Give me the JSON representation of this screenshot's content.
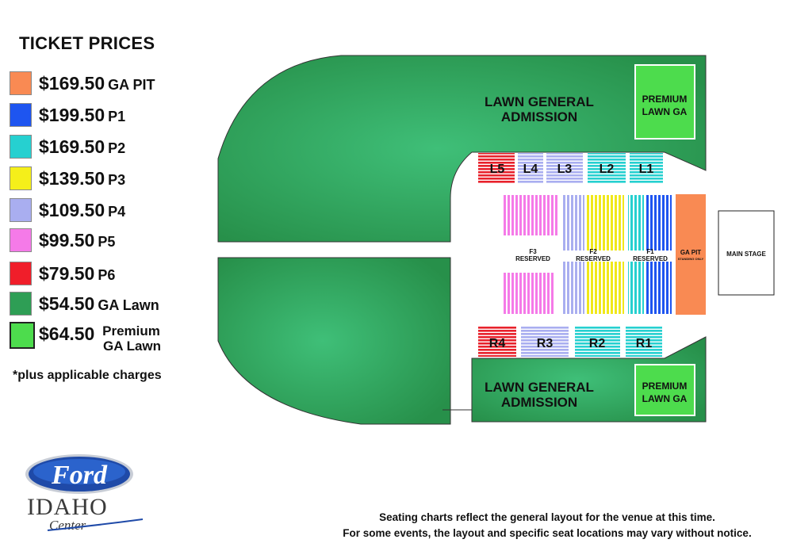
{
  "legend": {
    "title": "TICKET PRICES",
    "items": [
      {
        "price": "$169.50",
        "label": "GA PIT",
        "color": "#f98a53"
      },
      {
        "price": "$199.50",
        "label": "P1",
        "color": "#1e55f0"
      },
      {
        "price": "$169.50",
        "label": "P2",
        "color": "#26d0d0"
      },
      {
        "price": "$139.50",
        "label": "P3",
        "color": "#f5ef1a"
      },
      {
        "price": "$109.50",
        "label": "P4",
        "color": "#a9aef0"
      },
      {
        "price": "$99.50",
        "label": "P5",
        "color": "#f57ae8"
      },
      {
        "price": "$79.50",
        "label": "P6",
        "color": "#f01e2a"
      },
      {
        "price": "$54.50",
        "label": "GA Lawn",
        "color": "#2e9e55"
      }
    ],
    "premium": {
      "price": "$64.50",
      "label_line1": "Premium",
      "label_line2": "GA Lawn",
      "color": "#4ddc4d"
    },
    "note": "*plus applicable charges"
  },
  "map": {
    "lawn_top": {
      "line1": "LAWN GENERAL",
      "line2": "ADMISSION"
    },
    "lawn_bottom": {
      "line1": "LAWN GENERAL",
      "line2": "ADMISSION"
    },
    "premium_top": {
      "line1": "PREMIUM",
      "line2": "LAWN GA"
    },
    "premium_bottom": {
      "line1": "PREMIUM",
      "line2": "LAWN GA"
    },
    "sections_top": [
      "L5",
      "L4",
      "L3",
      "L2",
      "L1"
    ],
    "sections_bottom": [
      "R4",
      "R3",
      "R2",
      "R1"
    ],
    "floor": [
      {
        "name": "F3",
        "sub": "RESERVED"
      },
      {
        "name": "F2",
        "sub": "RESERVED"
      },
      {
        "name": "F1",
        "sub": "RESERVED"
      }
    ],
    "ga_pit": {
      "line1": "GA PIT",
      "line2": "STANDING ONLY"
    },
    "stage": "MAIN STAGE"
  },
  "logo": {
    "brand": "Ford",
    "venue": "IDAHO",
    "sub": "Center"
  },
  "disclaimer": {
    "line1": "Seating charts reflect the general layout for the venue at this time.",
    "line2": "For some events, the layout and specific seat locations may vary without notice."
  }
}
